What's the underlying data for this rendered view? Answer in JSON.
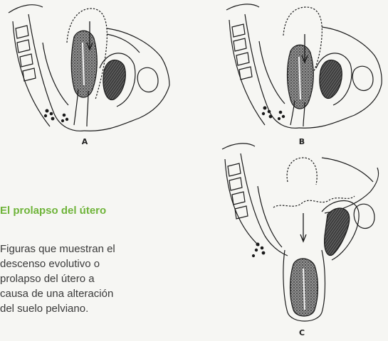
{
  "figure": {
    "labels": {
      "a": "A",
      "b": "B",
      "c": "C"
    }
  },
  "caption": {
    "title": "El prolapso del útero",
    "body_lines": [
      "Figuras que muestran el",
      "descenso evolutivo o",
      "prolapso del útero a",
      "causa de una alteración",
      "del suelo pelviano."
    ]
  },
  "colors": {
    "accent": "#6fb43a",
    "ink": "#1a1a1a",
    "background": "#f6f6f3"
  }
}
